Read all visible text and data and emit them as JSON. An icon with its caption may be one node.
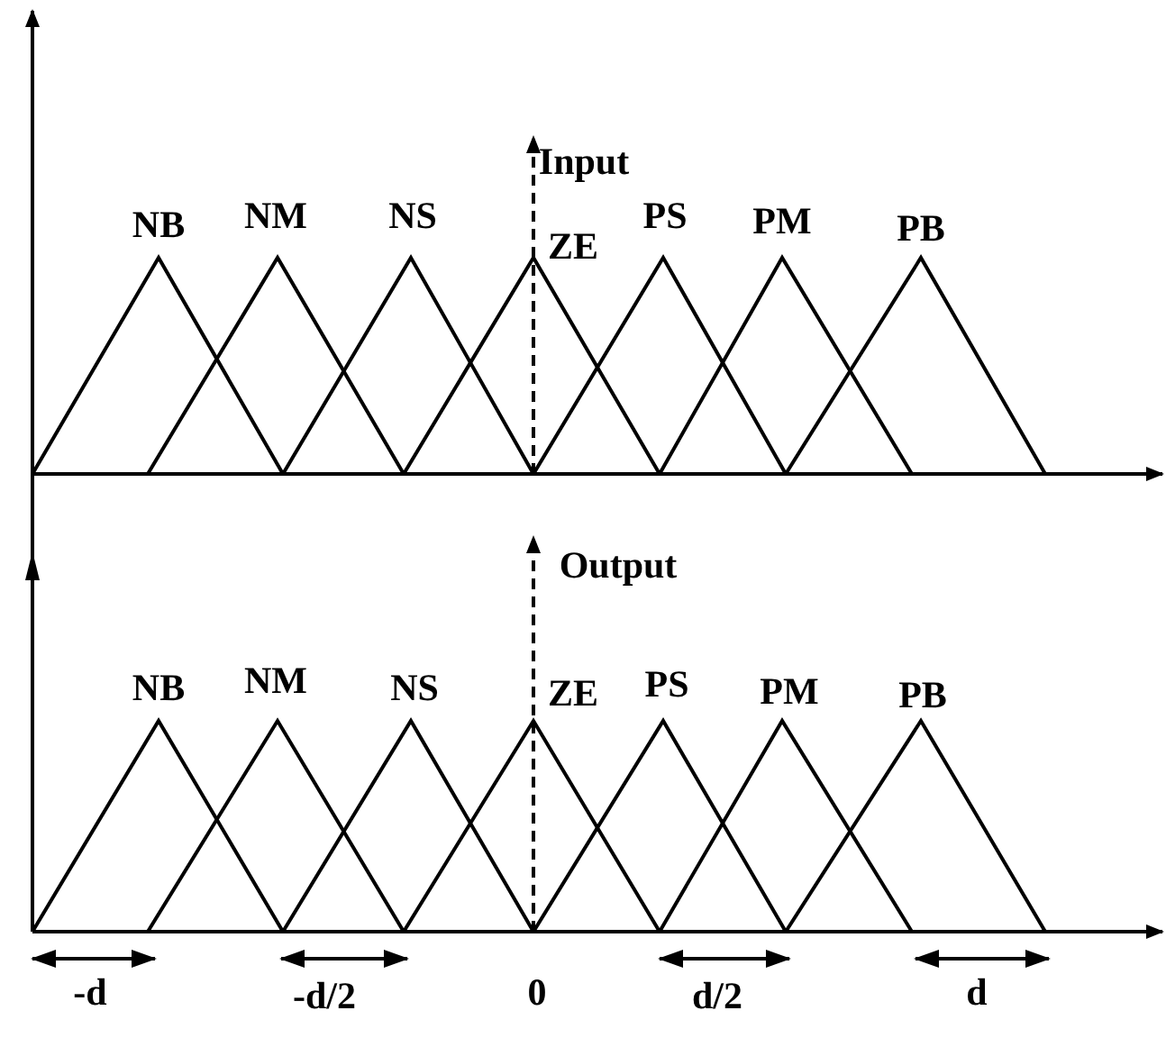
{
  "diagram": {
    "labels": [
      "Input",
      "NB",
      "NM",
      "NS",
      "ZE",
      "PS",
      "PM",
      "PB",
      "Output",
      "NB",
      "NM",
      "NS",
      "ZE",
      "PS",
      "PM",
      "PB",
      "-d",
      "-d/2",
      "0",
      "d/2",
      "d"
    ]
  }
}
